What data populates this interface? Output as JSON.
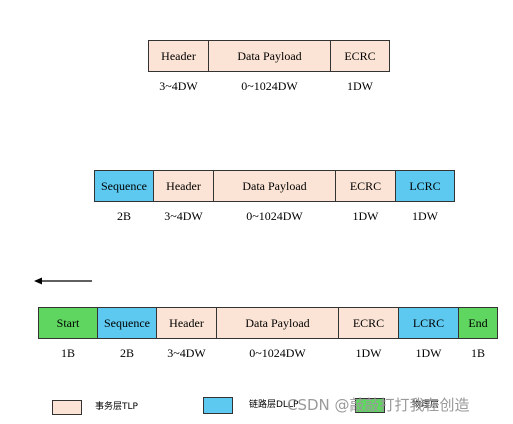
{
  "rows": {
    "tlp": {
      "cells": [
        {
          "label": "Header",
          "size": "3~4DW"
        },
        {
          "label": "Data Payload",
          "size": "0~1024DW"
        },
        {
          "label": "ECRC",
          "size": "1DW"
        }
      ]
    },
    "link": {
      "cells": [
        {
          "label": "Sequence",
          "size": "2B"
        },
        {
          "label": "Header",
          "size": "3~4DW"
        },
        {
          "label": "Data Payload",
          "size": "0~1024DW"
        },
        {
          "label": "ECRC",
          "size": "1DW"
        },
        {
          "label": "LCRC",
          "size": "1DW"
        }
      ]
    },
    "phy": {
      "cells": [
        {
          "label": "Start",
          "size": "1B"
        },
        {
          "label": "Sequence",
          "size": "2B"
        },
        {
          "label": "Header",
          "size": "3~4DW"
        },
        {
          "label": "Data Payload",
          "size": "0~1024DW"
        },
        {
          "label": "ECRC",
          "size": "1DW"
        },
        {
          "label": "LCRC",
          "size": "1DW"
        },
        {
          "label": "End",
          "size": "1B"
        }
      ]
    }
  },
  "legend": {
    "tlp_label": "事务层TLP",
    "link_label": "链路层DLLP",
    "phy_label": "物理层"
  },
  "colors": {
    "tlp": "#fbe4d5",
    "link": "#5dc9f0",
    "phy": "#5fd660"
  },
  "watermark": "CSDN @敲敲打打我在创造"
}
